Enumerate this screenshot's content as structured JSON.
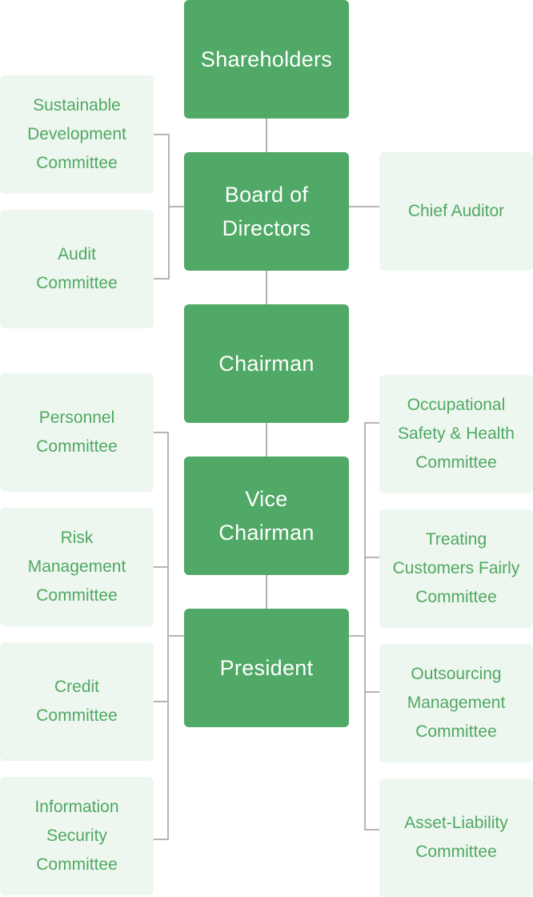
{
  "main": {
    "shareholders": "Shareholders",
    "board": "Board of\nDirectors",
    "chairman": "Chairman",
    "vice_chairman": "Vice\nChairman",
    "president": "President"
  },
  "board_left": [
    "Sustainable\nDevelopment\nCommittee",
    "Audit\nCommittee"
  ],
  "board_right": [
    "Chief Auditor"
  ],
  "president_left": [
    "Personnel\nCommittee",
    "Risk\nManagement\nCommittee",
    "Credit\nCommittee",
    "Information\nSecurity\nCommittee"
  ],
  "president_right": [
    "Occupational\nSafety & Health\nCommittee",
    "Treating\nCustomers Fairly\nCommittee",
    "Outsourcing\nManagement\nCommittee",
    "Asset-Liability\nCommittee"
  ],
  "colors": {
    "primary": "#50a966",
    "light": "#eef7ef",
    "text": "#4fa862",
    "line": "#b5b5b5"
  }
}
